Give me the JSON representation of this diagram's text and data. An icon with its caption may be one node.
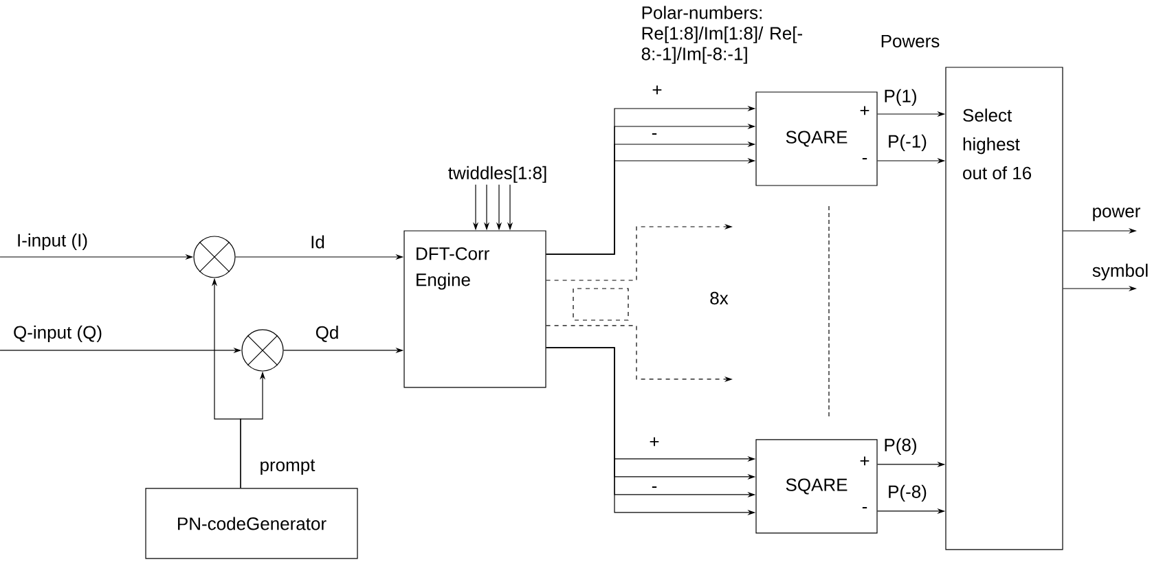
{
  "diagram": {
    "nodes": [
      {
        "text": [],
        "shape": "circle"
      },
      {
        "text": [],
        "shape": "circle"
      },
      {
        "text": [
          "DFT-Corr Engine"
        ]
      },
      {
        "text": [
          "PN-codeGenerator"
        ]
      },
      {
        "text": [
          "SQARE"
        ]
      },
      {
        "text": [
          "SQARE"
        ]
      },
      {
        "text": [
          "Select highest out of 16"
        ]
      },
      {
        "text": [
          "twiddles[1:8]"
        ]
      }
    ],
    "edges": [
      {
        "from": null,
        "to": 0,
        "arrow": "to",
        "label": "I-input (I)"
      },
      {
        "from": null,
        "to": 1,
        "arrow": "to",
        "label": "Q-input (Q)"
      },
      {
        "from": 0,
        "to": 2,
        "arrow": "to",
        "label": "Id"
      },
      {
        "from": 1,
        "to": 2,
        "arrow": "to",
        "label": "Qd"
      },
      {
        "from": 3,
        "to": 0,
        "arrow": "to",
        "label": "prompt"
      },
      {
        "from": 3,
        "to": 1,
        "arrow": "to"
      },
      {
        "from": 7,
        "to": 2,
        "arrow": "to"
      },
      {
        "from": 7,
        "to": 2,
        "arrow": "to"
      },
      {
        "from": 7,
        "to": 2,
        "arrow": "to"
      },
      {
        "from": 7,
        "to": 2,
        "arrow": "to"
      },
      {
        "from": 2,
        "to": 4,
        "arrow": "to"
      },
      {
        "from": 2,
        "to": 4,
        "arrow": "to"
      },
      {
        "from": 2,
        "to": 4,
        "arrow": "to"
      },
      {
        "from": 2,
        "to": 4,
        "arrow": "to"
      },
      {
        "from": 2,
        "to": 5,
        "arrow": "to"
      },
      {
        "from": 2,
        "to": 5,
        "arrow": "to"
      },
      {
        "from": 2,
        "to": 5,
        "arrow": "to"
      },
      {
        "from": 2,
        "to": 5,
        "arrow": "to"
      },
      {
        "from": 2,
        "to": null,
        "arrow": "to",
        "style": "dashed"
      },
      {
        "from": 2,
        "to": null,
        "arrow": "to",
        "style": "dashed"
      },
      {
        "from": 4,
        "to": 6,
        "arrow": "to",
        "label": "P(1)"
      },
      {
        "from": 4,
        "to": 6,
        "arrow": "to",
        "label": "P(-1)"
      },
      {
        "from": 5,
        "to": 6,
        "arrow": "to",
        "label": "P(8)"
      },
      {
        "from": 5,
        "to": 6,
        "arrow": "to",
        "label": "P(-8)"
      },
      {
        "from": 6,
        "to": null,
        "arrow": "to",
        "label": "power"
      },
      {
        "from": 6,
        "to": null,
        "arrow": "to",
        "label": "symbol"
      }
    ],
    "labels": [
      "Polar-numbers: Re[1:8]/Im[1:8]/ Re[-8:-1]/Im[-8:-1]",
      "Powers",
      "+",
      "+",
      "-",
      "-",
      "8x",
      "+",
      "+",
      "-",
      "-"
    ]
  }
}
